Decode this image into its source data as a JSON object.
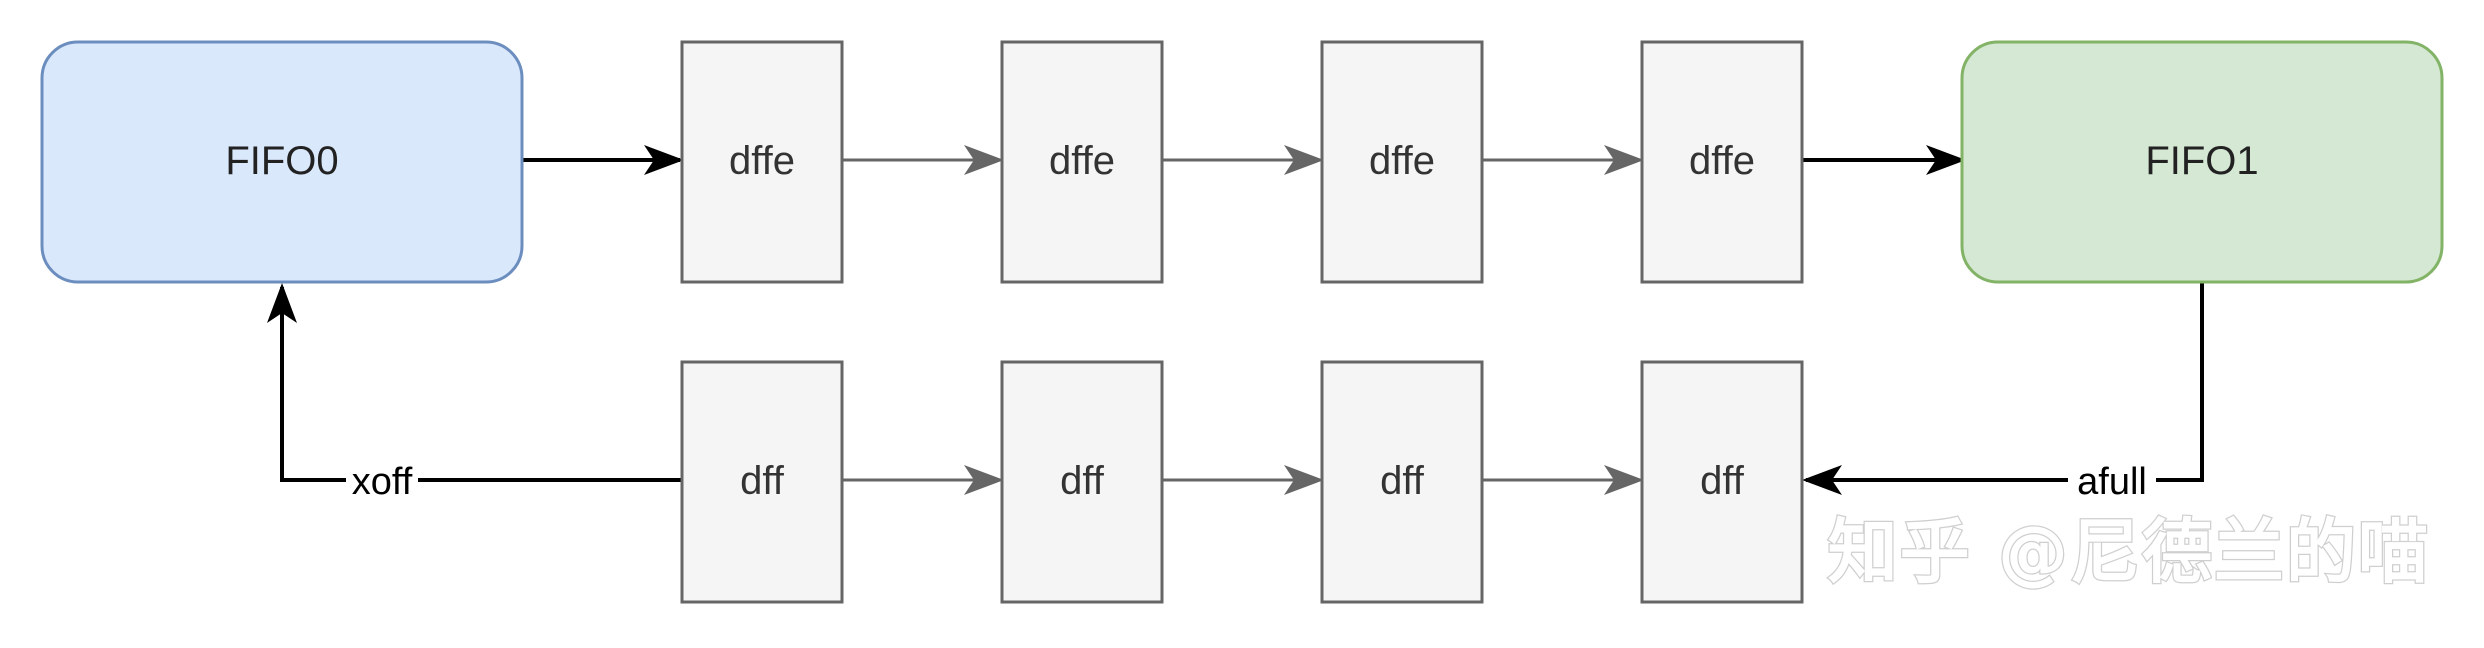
{
  "nodes": {
    "fifo0": "FIFO0",
    "fifo1": "FIFO1",
    "top_stages": [
      "dffe",
      "dffe",
      "dffe",
      "dffe"
    ],
    "bottom_stages": [
      "dff",
      "dff",
      "dff",
      "dff"
    ]
  },
  "edges": {
    "xoff_label": "xoff",
    "afull_label": "afull"
  },
  "watermark": "知乎 @尼德兰的喵",
  "colors": {
    "fifo0_fill": "#dae8fc",
    "fifo0_stroke": "#6c8ebf",
    "fifo1_fill": "#d5e8d4",
    "fifo1_stroke": "#82b366",
    "stage_fill": "#f5f5f5",
    "stage_stroke": "#666666",
    "connector_dark": "#000000",
    "connector_grey": "#666666"
  }
}
